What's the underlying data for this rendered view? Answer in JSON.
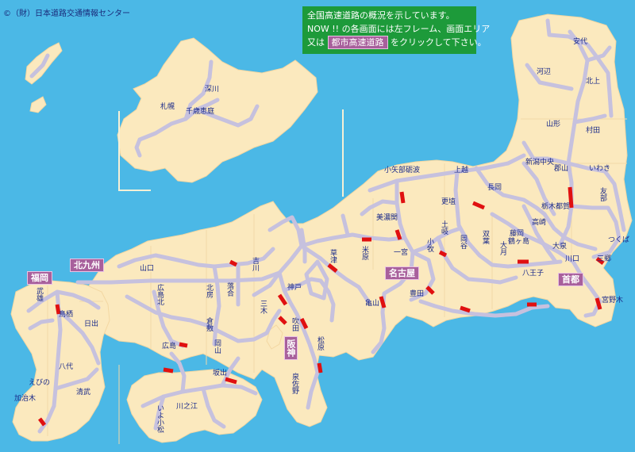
{
  "copyright": "©（財）日本道路交通情報センター",
  "notice": {
    "line1": "全国高速道路の概況を示しています。",
    "line2": "NOW !! の各画面には左フレーム、画面エリア",
    "line3_prefix": "又は",
    "button_label": "都市高速道路",
    "line3_suffix": "をクリックして下さい。"
  },
  "regions": {
    "fukuoka": "福岡",
    "kitakyushu": "北九州",
    "nagoya": "名古屋",
    "hanshin": "阪神",
    "shuto": "首都"
  },
  "places": {
    "anshi": "安代",
    "kawabe": "河辺",
    "kitakami": "北上",
    "yamagata": "山形",
    "murata": "村田",
    "fukagawa": "深川",
    "sapporo": "札幌",
    "chitose": "千歳恵庭",
    "niigata": "新潟中央",
    "koriyama": "郡山",
    "iwaki": "いわき",
    "joetsu": "上越",
    "oyabe": "小矢部砺波",
    "nagaoka": "長岡",
    "koshoku": "更埴",
    "tomobe": "友部",
    "tochigi": "栃木都賀",
    "takasaki": "高崎",
    "fujioka": "藤岡",
    "tsurugashima": "鶴ヶ島",
    "oizumi": "大泉",
    "tsukuba": "つくば",
    "kawaguchi": "川口",
    "misato": "三郷",
    "miyanogi": "宮野木",
    "hachioji": "八王子",
    "otsuki": "大月",
    "futaba": "双葉",
    "okaya": "岡谷",
    "toki": "土岐",
    "mino": "美濃関",
    "maibara": "米原",
    "ichinomiya": "一宮",
    "komaki": "小牧",
    "kusatsu": "草津",
    "kameyama": "亀山",
    "toyota": "豊田",
    "kobe": "神戸",
    "suita": "吹田",
    "matsubara": "松原",
    "sennan": "泉佐野",
    "miki": "三木",
    "yoshikawa": "吉川",
    "yamaguchi": "山口",
    "hiroshimakita": "広島北",
    "kitabo": "北房",
    "ochiai": "落合",
    "kurashiki": "倉敷",
    "hiroshima": "広島",
    "okayama": "岡山",
    "sakaide": "坂出",
    "kawanoe": "川之江",
    "iyokomatsu": "いよ小松",
    "muotake": "武雄",
    "tosu": "鳥栖",
    "hiji": "日出",
    "yatsushiro": "八代",
    "ebino": "えびの",
    "kiyotake": "清武",
    "kajiki": "加治木"
  },
  "colors": {
    "sea": "#4bb8e6",
    "land": "#fbe9be",
    "road": "#c6c1de",
    "congestion": "#e01010",
    "notice_bg": "#1d9a3a",
    "button_bg": "#a8609c",
    "label_text": "#1a2a8a"
  }
}
